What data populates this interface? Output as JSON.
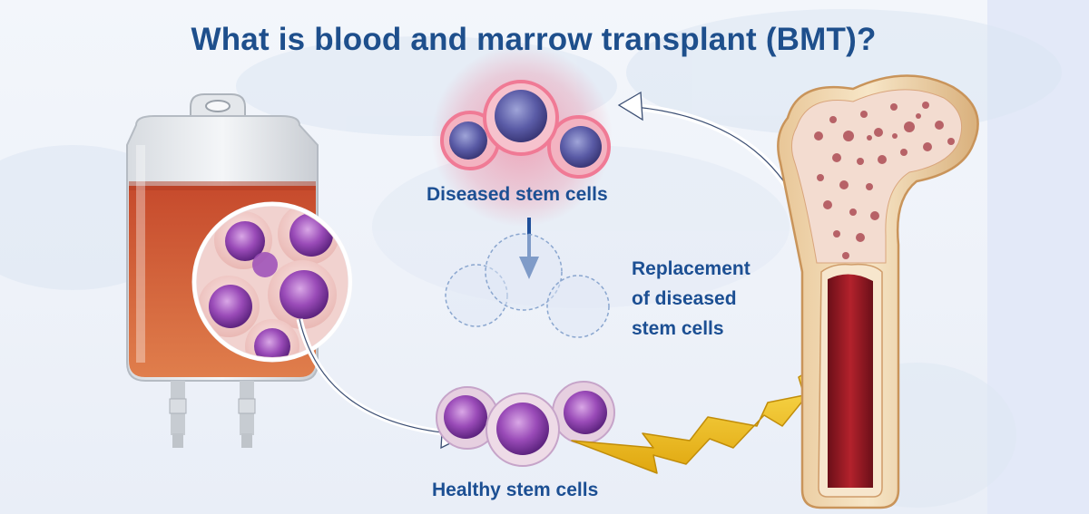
{
  "title": "What is blood and marrow transplant (BMT)?",
  "labels": {
    "diseased": "Diseased stem cells",
    "replacement": "Replacement\nof diseased\nstem cells",
    "healthy": "Healthy stem cells"
  },
  "colors": {
    "title": "#1e4f8c",
    "label": "#1c4f93",
    "arrow_down": "#1f4f9a",
    "arrow_yellow": "#f0c419",
    "diseased_glow": "#f06a86",
    "healthy_cell": "#8a3fa8",
    "blood": "#c84b2f",
    "marrow": "#8e1620",
    "bone": "#f0d8b0"
  }
}
